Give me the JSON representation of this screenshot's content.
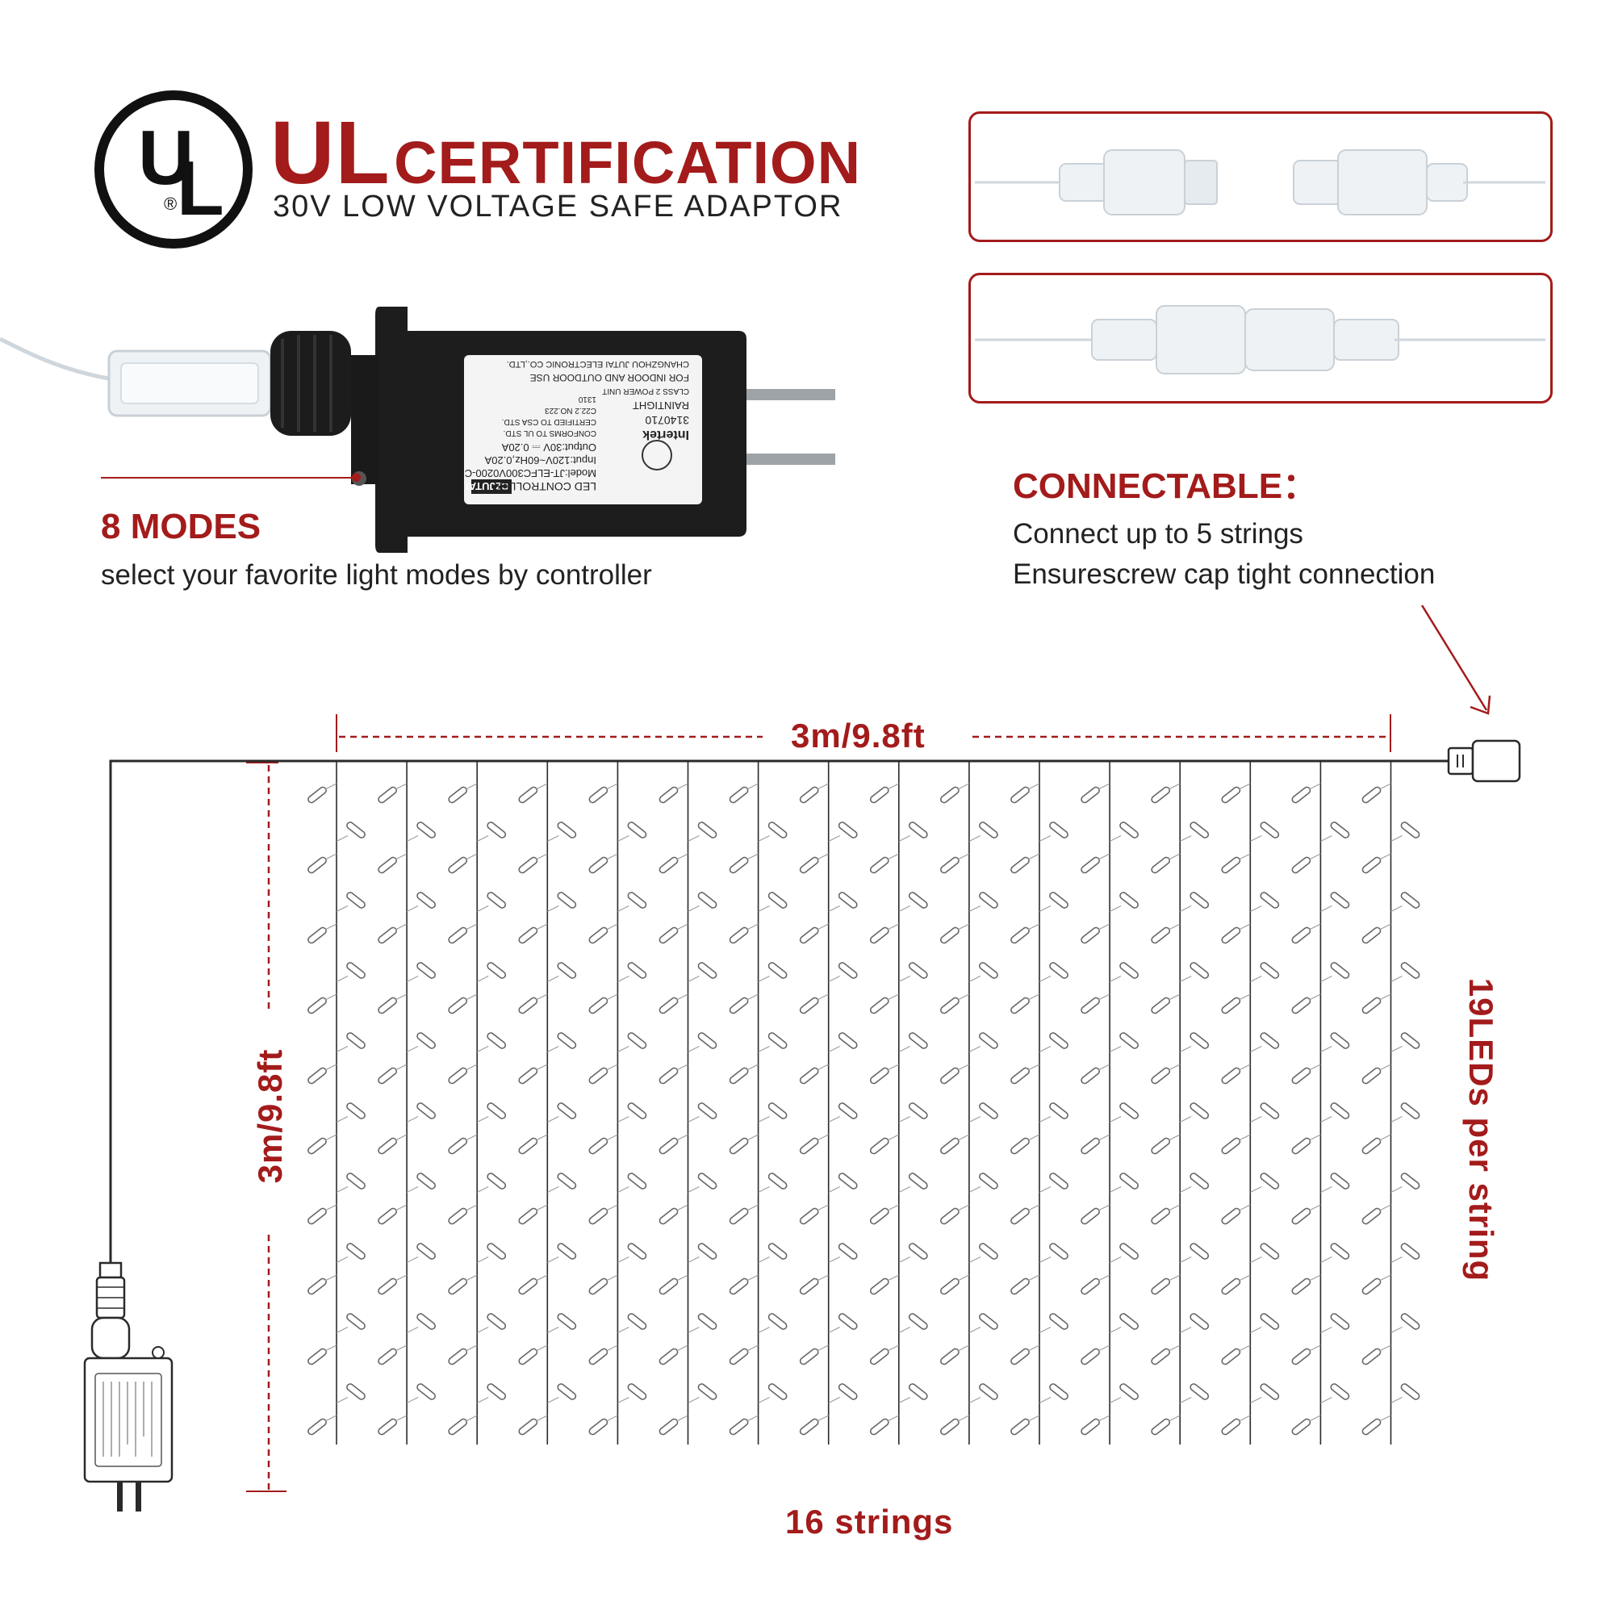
{
  "logo": {
    "text": "UL",
    "registered": "®"
  },
  "header": {
    "title_strong": "UL",
    "title_rest": "CERTIFICATION",
    "subtitle": "30V LOW VOLTAGE SAFE ADAPTOR"
  },
  "adapter_label": {
    "brand": "CZJUTAI",
    "lines": [
      "LED CONTROLLER",
      "Model:JT-ELFC300V0200-C",
      "Input:120V~60Hz,0.20A",
      "Output:30V ⎓ 0.20A",
      "CONFORMS TO UL STD.",
      "CERTIFIED TO CSA STD.",
      "C22.2 NO.223",
      "1310",
      "Intertek",
      "3140710",
      "RAINTIGHT",
      "CLASS 2 POWER UNIT",
      "FOR INDOOR AND OUTDOOR USE",
      "CHANGZHOU JUTAI ELECTRONIC CO.,LTD."
    ]
  },
  "modes": {
    "title": "8 MODES",
    "description": "select your favorite light modes by controller"
  },
  "connectable": {
    "title": "CONNECTABLE：",
    "line1": "Connect up to 5 strings",
    "line2": "Ensurescrew cap tight connection"
  },
  "dimensions": {
    "width_label": "3m/9.8ft",
    "height_label": "3m/9.8ft",
    "strings_label": "16 strings",
    "leds_label": "19LEDs per string",
    "string_count": 16,
    "leds_per_string": 19
  },
  "colors": {
    "accent": "#a31b1b",
    "text": "#222222",
    "adapter_body": "#1d1d1d",
    "wire": "#2a2a2a"
  }
}
